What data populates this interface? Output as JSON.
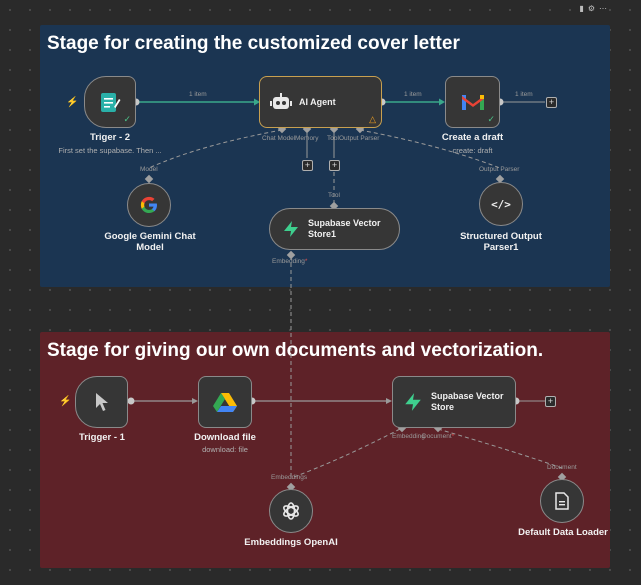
{
  "stickies": {
    "blue_title": "Stage for creating the customized cover letter",
    "red_title": "Stage for giving our own documents and vectorization."
  },
  "nodes": {
    "triger2": {
      "title": "Triger - 2",
      "subtitle": "First set the supabase. Then ...",
      "icon": "form-icon"
    },
    "ai_agent": {
      "title": "AI Agent",
      "icon": "robot-icon"
    },
    "create_draft": {
      "title": "Create a draft",
      "subtitle": "create: draft",
      "icon": "gmail-icon"
    },
    "gemini": {
      "title": "Google Gemini Chat Model",
      "title_line1": "Google Gemini Chat",
      "title_line2": "Model",
      "icon": "google-icon"
    },
    "supabase_vs1": {
      "title_line1": "Supabase Vector",
      "title_line2": "Store1",
      "icon": "supabase-icon"
    },
    "structured_parser": {
      "title_line1": "Structured Output",
      "title_line2": "Parser1",
      "icon": "code-icon"
    },
    "trigger1": {
      "title": "Trigger - 1",
      "icon": "cursor-icon"
    },
    "download_file": {
      "title": "Download file",
      "subtitle": "download: file",
      "icon": "google-drive-icon"
    },
    "supabase_vs": {
      "title_line1": "Supabase Vector",
      "title_line2": "Store",
      "icon": "supabase-icon"
    },
    "embeddings": {
      "title": "Embeddings OpenAI",
      "icon": "openai-icon"
    },
    "data_loader": {
      "title": "Default Data Loader",
      "icon": "document-icon"
    }
  },
  "edge_labels": {
    "trigger_to_agent": "1 item",
    "agent_to_gmail": "1 item",
    "gmail_out": "1 item",
    "chat_model": "Chat Model",
    "memory": "Memory",
    "tool": "Tool",
    "output_parser": "Output Parser",
    "model": "Model",
    "tool_in": "Tool",
    "output_parser_in": "Output Parser",
    "embedding": "Embedding",
    "embedding_req": "*",
    "embedding2": "Embedding",
    "document": "Document",
    "doc_req": "*",
    "embeddings_out": "Embeddings",
    "document_out": "Document"
  },
  "colors": {
    "blue_sticky": "#1b3552",
    "red_sticky": "#5e2228",
    "success": "#4cc38a",
    "warning": "#f0a020",
    "trigger_bolt": "#ff6b5a",
    "gmail_red": "#ea4335",
    "supabase_green": "#3ecf8e",
    "google_blue": "#4285f4"
  }
}
